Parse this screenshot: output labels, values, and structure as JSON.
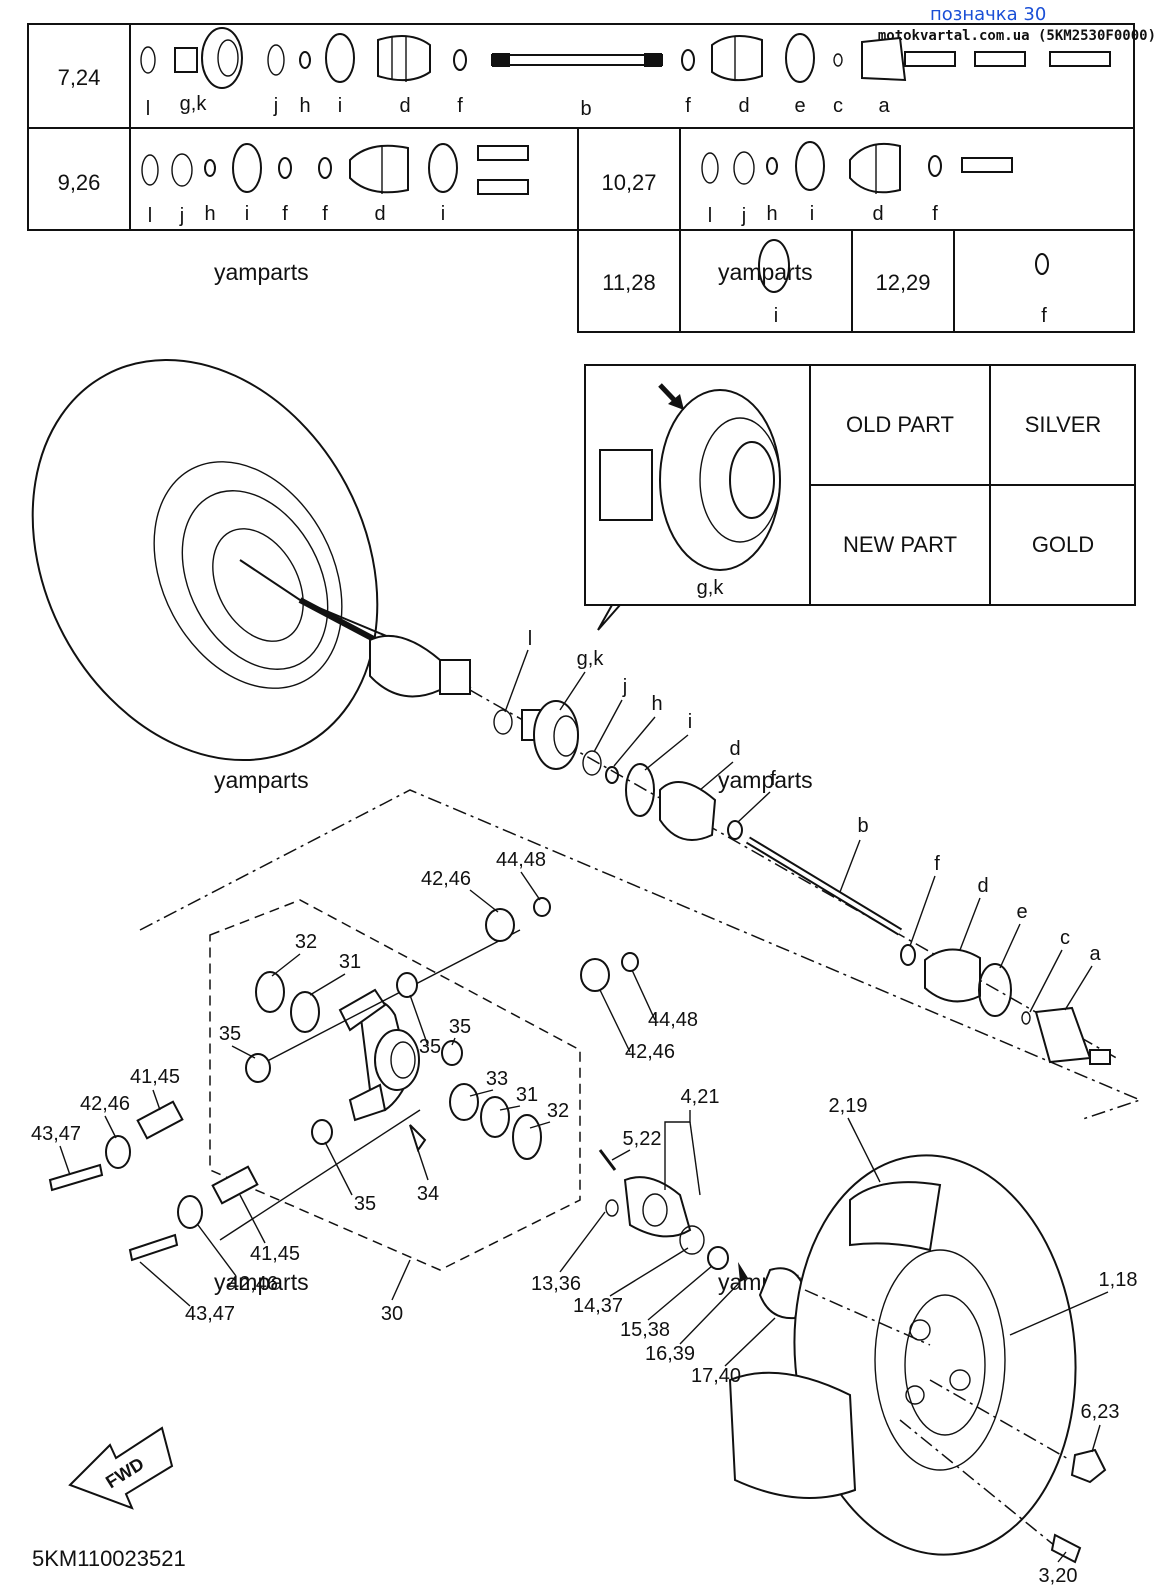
{
  "header": {
    "link_label": "позначка 30",
    "site_ref": "motokvartal.com.ua (5KM2530F0000)"
  },
  "table": {
    "row1": {
      "ref": "7,24",
      "letters": [
        "l",
        "g,k",
        "j",
        "h",
        "i",
        "d",
        "f",
        "b",
        "f",
        "d",
        "e",
        "c",
        "a"
      ]
    },
    "row2": {
      "ref": "9,26",
      "letters": [
        "l",
        "j",
        "h",
        "i",
        "f",
        "f",
        "d",
        "i"
      ]
    },
    "row2b": {
      "ref": "10,27",
      "letters": [
        "l",
        "j",
        "h",
        "i",
        "d",
        "f"
      ]
    },
    "row3": {
      "ref": "11,28",
      "letter": "i"
    },
    "row3b": {
      "ref": "12,29",
      "letter": "f"
    }
  },
  "watermark": "yamparts",
  "inset": {
    "callout": "g,k",
    "old_label": "OLD PART",
    "old_color": "SILVER",
    "new_label": "NEW PART",
    "new_color": "GOLD"
  },
  "shaft_letters": {
    "l": "l",
    "gk": "g,k",
    "j": "j",
    "h": "h",
    "i": "i",
    "d1": "d",
    "f1": "f",
    "b": "b",
    "f2": "f",
    "d2": "d",
    "e": "e",
    "c": "c",
    "a": "a"
  },
  "callouts": {
    "c44_48a": "44,48",
    "c42_46a": "42,46",
    "c32a": "32",
    "c31a": "31",
    "c35a": "35",
    "c35b": "35",
    "c35c": "35",
    "c35d": "35",
    "c41_45a": "41,45",
    "c42_46b": "42,46",
    "c43_47a": "43,47",
    "c44_48b": "44,48",
    "c42_46c": "42,46",
    "c33": "33",
    "c31b": "31",
    "c32b": "32",
    "c34": "34",
    "c41_45b": "41,45",
    "c42_46d": "42,46",
    "c43_47b": "43,47",
    "c30": "30",
    "c4_21": "4,21",
    "c5_22": "5,22",
    "c13_36": "13,36",
    "c14_37": "14,37",
    "c15_38": "15,38",
    "c16_39": "16,39",
    "c17_40": "17,40",
    "c2_19": "2,19",
    "c1_18": "1,18",
    "c6_23": "6,23",
    "c3_20": "3,20"
  },
  "fwd_label": "FWD",
  "diagram_code": "5KM110023521"
}
